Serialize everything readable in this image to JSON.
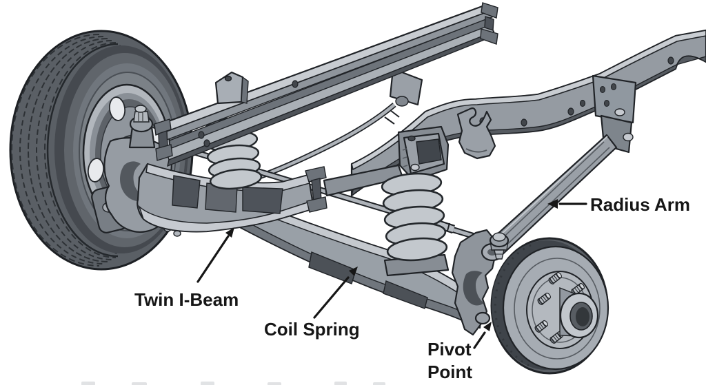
{
  "diagram": {
    "labels": {
      "twin_i_beam": "Twin I-Beam",
      "coil_spring": "Coil Spring",
      "radius_arm": "Radius Arm",
      "pivot_point_line1": "Pivot",
      "pivot_point_line2": "Point"
    },
    "label_color": "#161616",
    "palette": {
      "background": "#ffffff",
      "outline": "#202327",
      "metal_light": "#c7cbd0",
      "metal_mid": "#9aa0a7",
      "metal_dark": "#6b7077",
      "metal_shadow": "#4b5056",
      "tire_dark": "#45494f",
      "tire_mid": "#5a5f65"
    }
  }
}
